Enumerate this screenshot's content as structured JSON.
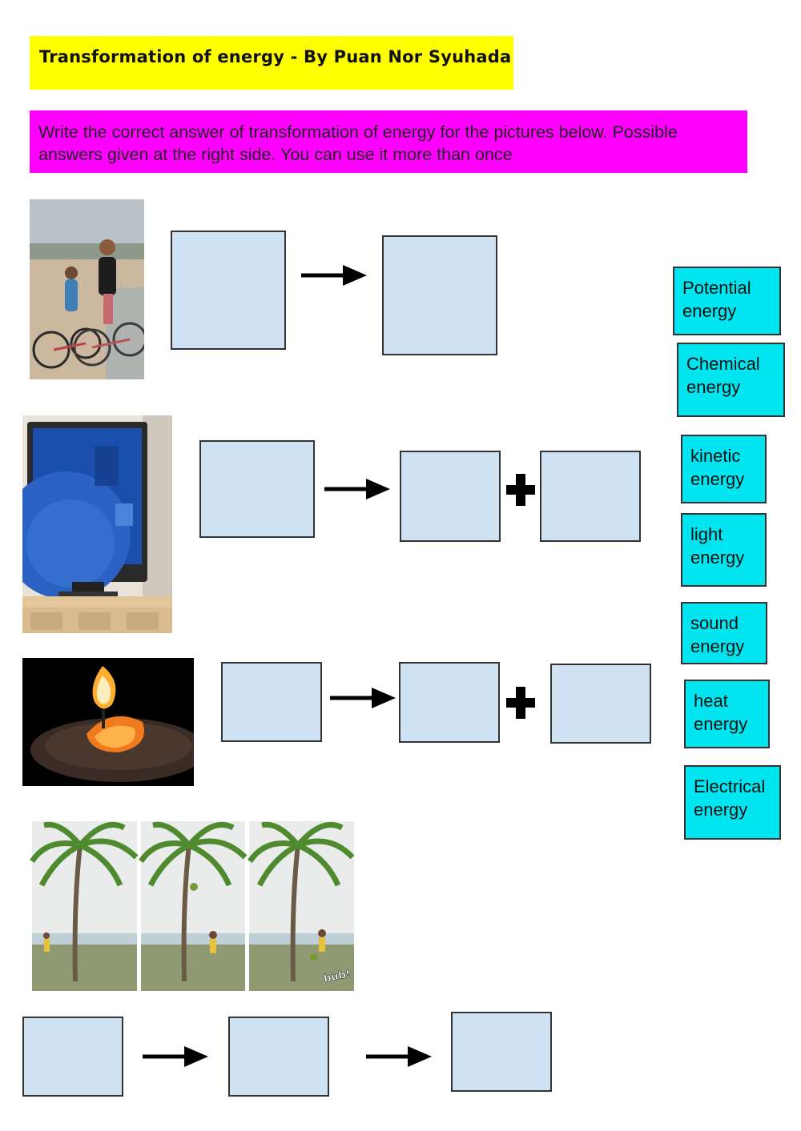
{
  "title": "Transformation of energy - By Puan Nor Syuhada",
  "instructions": "Write the correct answer of transformation of energy for the pictures below. Possible answers given at the right side. You can use it more than once",
  "options": [
    "Potential energy",
    "Chemical energy",
    "kinetic energy",
    "light energy",
    "sound energy",
    "heat energy",
    "Electrical energy"
  ],
  "pictures": {
    "bicycle": "children-riding-bicycles-on-beach",
    "tv": "television-displaying-earth",
    "candle": "burning-candle",
    "coconut": "coconut-falling-from-palm-tree",
    "coconut_sound": "bub!"
  },
  "colors": {
    "title_bg": "#ffff00",
    "instructions_bg": "#ff00ff",
    "answer_box": "#cfe2f3",
    "option_bg": "#00e5f0"
  },
  "questions": [
    {
      "picture": "bicycle",
      "pattern": "box → box"
    },
    {
      "picture": "tv",
      "pattern": "box → box + box"
    },
    {
      "picture": "candle",
      "pattern": "box → box + box"
    },
    {
      "picture": "coconut",
      "pattern": "box → box → box"
    }
  ]
}
